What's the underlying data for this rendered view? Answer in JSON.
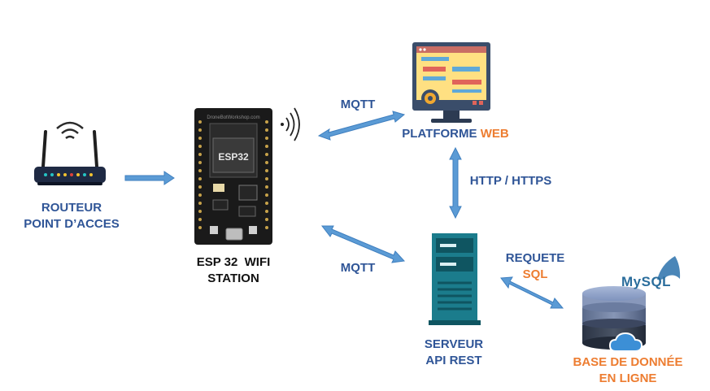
{
  "nodes": {
    "router": {
      "line1": "ROUTEUR",
      "line2": "POINT D’ACCES"
    },
    "esp32": {
      "line1": "ESP 32  WIFI",
      "line2": "STATION",
      "chip_label": "ESP32",
      "silk_text": "DroneBotWorkshop.com"
    },
    "platform": {
      "text": "PLATFORME ",
      "highlight": "WEB"
    },
    "server": {
      "line1": "SERVEUR",
      "line2": "API REST"
    },
    "database": {
      "line1": "BASE DE DONNÉE",
      "line2": "EN LIGNE",
      "logo": "MySQL"
    }
  },
  "links": {
    "mqtt_top": "MQTT",
    "mqtt_bottom": "MQTT",
    "http": "HTTP / HTTPS",
    "requete": "REQUETE",
    "sql": "SQL"
  },
  "colors": {
    "label_blue": "#2f5597",
    "accent_orange": "#ed7d31",
    "arrow_blue": "#5b9bd5",
    "server_teal": "#1b7c8c",
    "board_black": "#1a1a1a"
  }
}
